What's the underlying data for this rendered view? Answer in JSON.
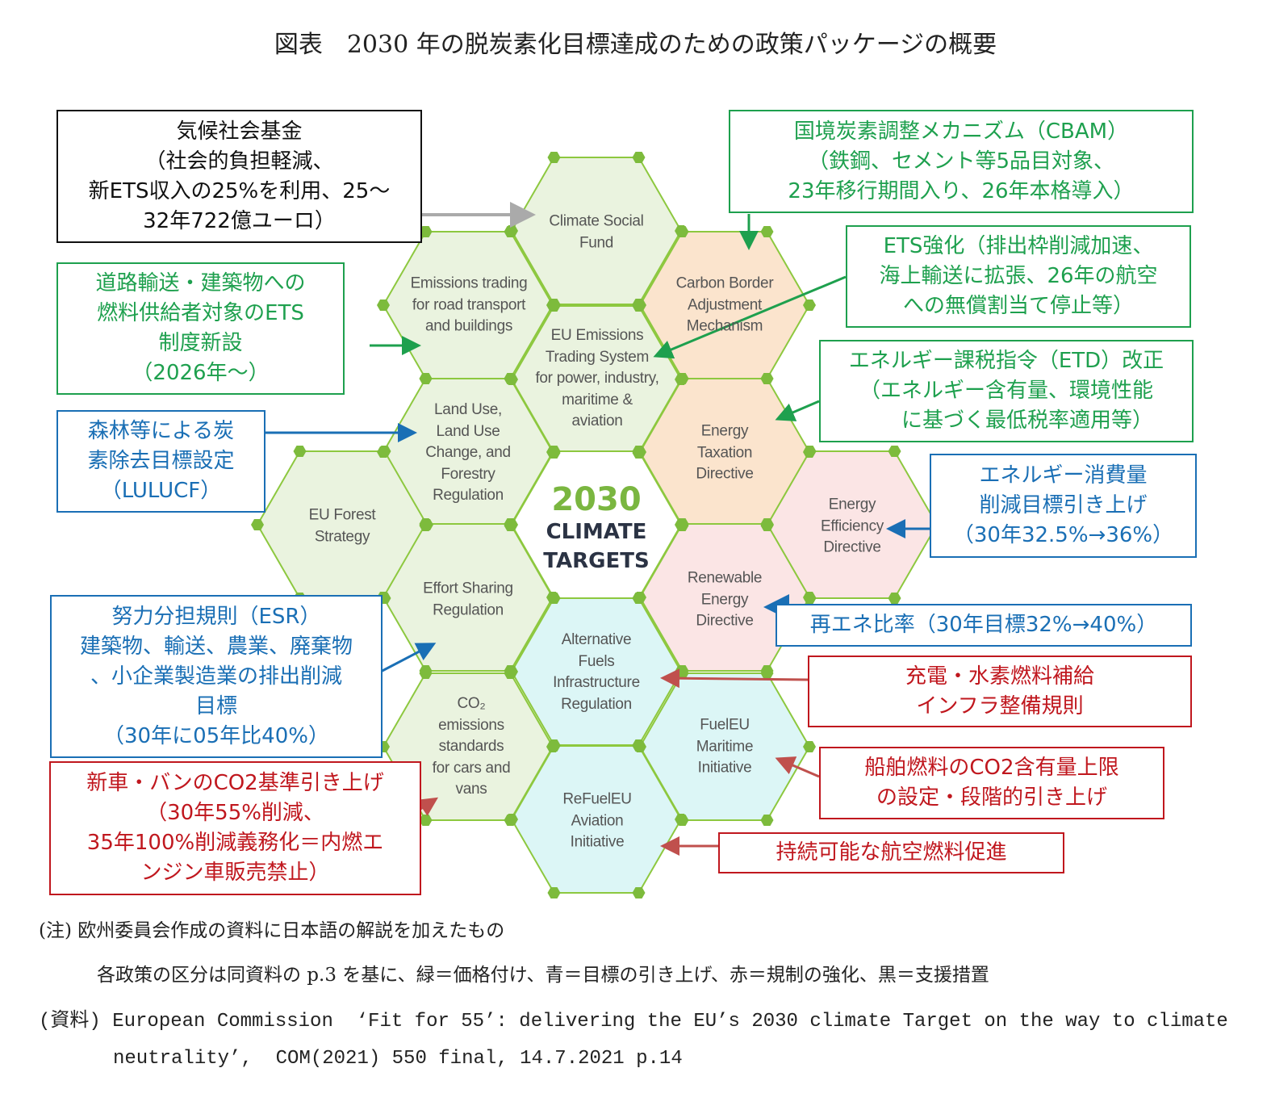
{
  "title": "図表　2030 年の脱炭素化目標達成のための政策パッケージの概要",
  "center": {
    "year": "2030",
    "line1": "CLIMATE",
    "line2": "TARGETS"
  },
  "hexagons": [
    {
      "label": "Climate Social\nFund",
      "category": "green"
    },
    {
      "label": "Emissions trading\nfor road transport\nand buildings",
      "category": "green"
    },
    {
      "label": "Carbon Border\nAdjustment\nMechanism",
      "category": "orange"
    },
    {
      "label": "EU Emissions\nTrading System\nfor power, industry,\nmaritime &\naviation",
      "category": "green"
    },
    {
      "label": "Land Use,\nLand Use\nChange, and\nForestry\nRegulation",
      "category": "green"
    },
    {
      "label": "Energy\nTaxation\nDirective",
      "category": "orange"
    },
    {
      "label": "EU Forest\nStrategy",
      "category": "green"
    },
    {
      "label": "Energy\nEfficiency\nDirective",
      "category": "pink"
    },
    {
      "label": "Effort Sharing\nRegulation",
      "category": "green"
    },
    {
      "label": "Renewable\nEnergy\nDirective",
      "category": "pink"
    },
    {
      "label": "Alternative\nFuels\nInfrastructure\nRegulation",
      "category": "cyan"
    },
    {
      "label": "CO₂\nemissions\nstandards\nfor cars and\nvans",
      "category": "green"
    },
    {
      "label": "FuelEU\nMaritime\nInitiative",
      "category": "cyan"
    },
    {
      "label": "ReFuelEU\nAviation\nInitiative",
      "category": "cyan"
    }
  ],
  "colors": {
    "green": "#eaf3df",
    "orange": "#fbe4cd",
    "pink": "#fbe5e5",
    "cyan": "#dcf6f6",
    "stroke": "#8dc83f",
    "node": "#7dbb3c"
  },
  "callouts": {
    "climate_social_fund": "気候社会基金\n（社会的負担軽減、\n新ETS収入の25%を利用、25～\n32年722億ユーロ）",
    "cbam": "国境炭素調整メカニズム（CBAM）\n（鉄鋼、セメント等5品目対象、\n23年移行期間入り、26年本格導入）",
    "ets": "ETS強化（排出枠削減加速、\n海上輸送に拡張、26年の航空\nへの無償割当て停止等）",
    "road_ets": "道路輸送・建築物への\n燃料供給者対象のETS\n制度新設\n（2026年～）",
    "etd": "エネルギー課税指令（ETD）改正\n（エネルギー含有量、環境性能\n　　に基づく最低税率適用等）",
    "lulucf": "森林等による炭\n素除去目標設定\n（LULUCF）",
    "eed": "エネルギー消費量\n削減目標引き上げ\n（30年32.5%→36%）",
    "red": "再エネ比率（30年目標32%→40%）",
    "esr": "努力分担規則（ESR）\n建築物、輸送、農業、廃棄物\n、小企業製造業の排出削減\n目標\n（30年に05年比40%）",
    "afir": "充電・水素燃料補給\nインフラ整備規則",
    "cars": "新車・バンのCO2基準引き上げ\n（30年55%削減、\n35年100%削減義務化＝内燃エ\nンジン車販売禁止）",
    "fueleu": "船舶燃料のCO2含有量上限\nの設定・段階的引き上げ",
    "refueleu": "持続可能な航空燃料促進"
  },
  "notes": {
    "note1": "(注) 欧州委員会作成の資料に日本語の解説を加えたもの",
    "note2": "各政策の区分は同資料の p.3 を基に、緑＝価格付け、青＝目標の引き上げ、赤＝規制の強化、黒＝支援措置",
    "source1": "(資料) European Commission  ‘Fit for 55’: delivering the EU’s 2030 climate Target on the way to climate",
    "source2": "neutrality’,  COM(2021) 550 final, 14.7.2021 p.14"
  }
}
